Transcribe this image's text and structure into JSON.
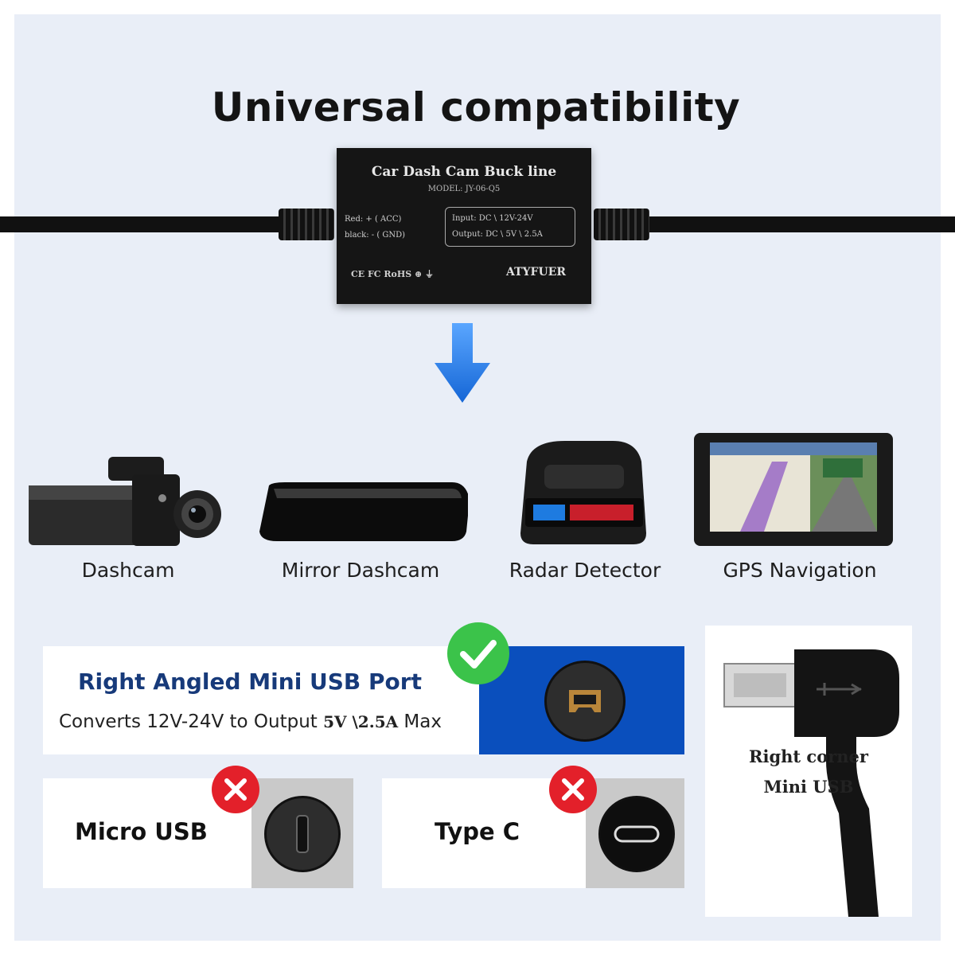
{
  "title": "Universal compatibility",
  "module": {
    "name": "Car Dash Cam Buck line",
    "model": "MODEL: JY-06-Q5",
    "red_wire": "Red: + ( ACC)",
    "black_wire": "black: - ( GND)",
    "input": "Input: DC \\ 12V-24V",
    "output": "Output: DC \\ 5V \\ 2.5A",
    "certs": "CE FC RoHS ⊕ ⏚",
    "brand": "ATYFUER"
  },
  "devices": [
    {
      "label": "Dashcam",
      "icon": "dashcam-icon"
    },
    {
      "label": "Mirror Dashcam",
      "icon": "mirror-dashcam-icon"
    },
    {
      "label": "Radar Detector",
      "icon": "radar-detector-icon"
    },
    {
      "label": "GPS Navigation",
      "icon": "gps-navigation-icon"
    }
  ],
  "compatible": {
    "heading": "Right Angled Mini USB Port",
    "desc_prefix": "Converts 12V-24V to Output ",
    "desc_value": "5V \\2.5A",
    "desc_suffix": " Max",
    "status": "check-icon"
  },
  "incompatible": [
    {
      "label": "Micro USB",
      "status": "x-icon"
    },
    {
      "label": "Type C",
      "status": "x-icon"
    }
  ],
  "connector_caption_line1": "Right corner",
  "connector_caption_line2": "Mini USB",
  "colors": {
    "panel": "#e9eef7",
    "accent_blue": "#0a4fbd",
    "heading_blue": "#173a7a",
    "check_green": "#3bc34a",
    "x_red": "#e3202a",
    "arrow_blue": "#1e78e6"
  }
}
